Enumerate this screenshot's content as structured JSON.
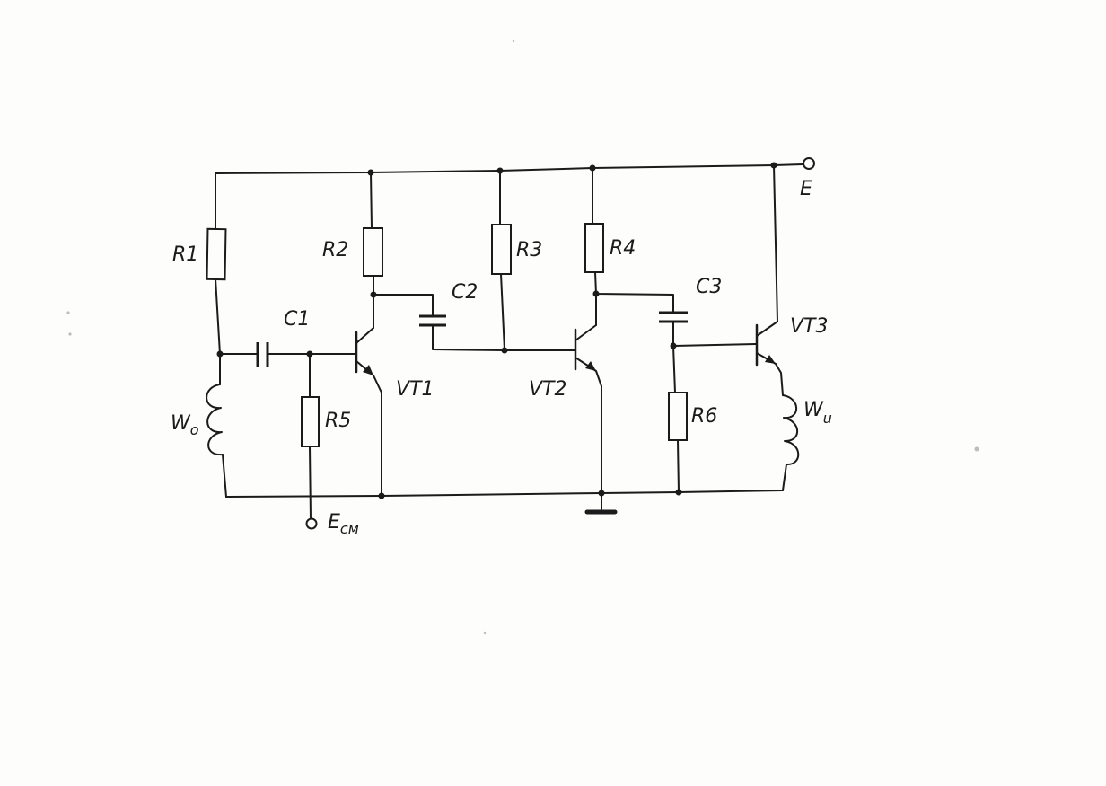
{
  "labels": {
    "E": "E",
    "Ecm": "E",
    "Ecm_sub": "см",
    "R1": "R1",
    "R2": "R2",
    "R3": "R3",
    "R4": "R4",
    "R5": "R5",
    "R6": "R6",
    "C1": "C1",
    "C2": "C2",
    "C3": "C3",
    "VT1": "VT1",
    "VT2": "VT2",
    "VT3": "VT3",
    "W0": "W",
    "W0_sub": "o",
    "Wu": "W",
    "Wu_sub": "u"
  },
  "colors": {
    "ink": "#1b1b1b",
    "paper": "#fdfdfc"
  }
}
